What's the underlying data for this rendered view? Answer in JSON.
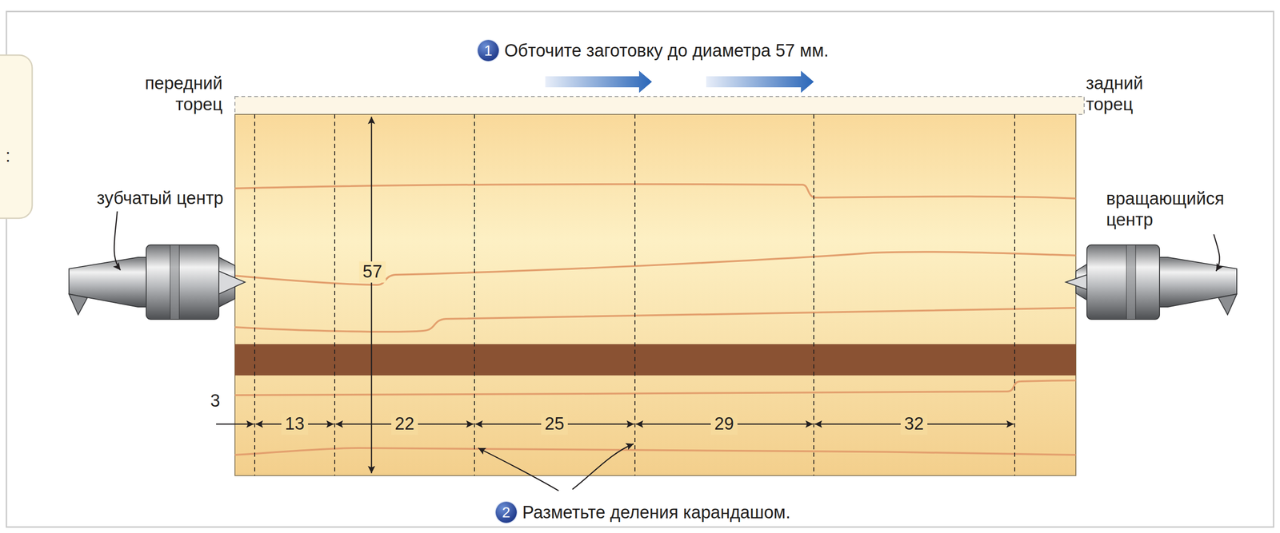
{
  "diagram": {
    "nodes": [
      {
        "text": [
          "1",
          "Обточите заготовку до диаметра 57 мм."
        ]
      },
      {
        "text": [
          "2",
          "Разметьте деления карандашом."
        ]
      }
    ],
    "labels": [
      ":",
      "передний торец",
      "задний торец",
      "зубчатый центр",
      "вращающийся центр",
      "57",
      "3",
      "13",
      "22",
      "25",
      "29",
      "32"
    ]
  }
}
